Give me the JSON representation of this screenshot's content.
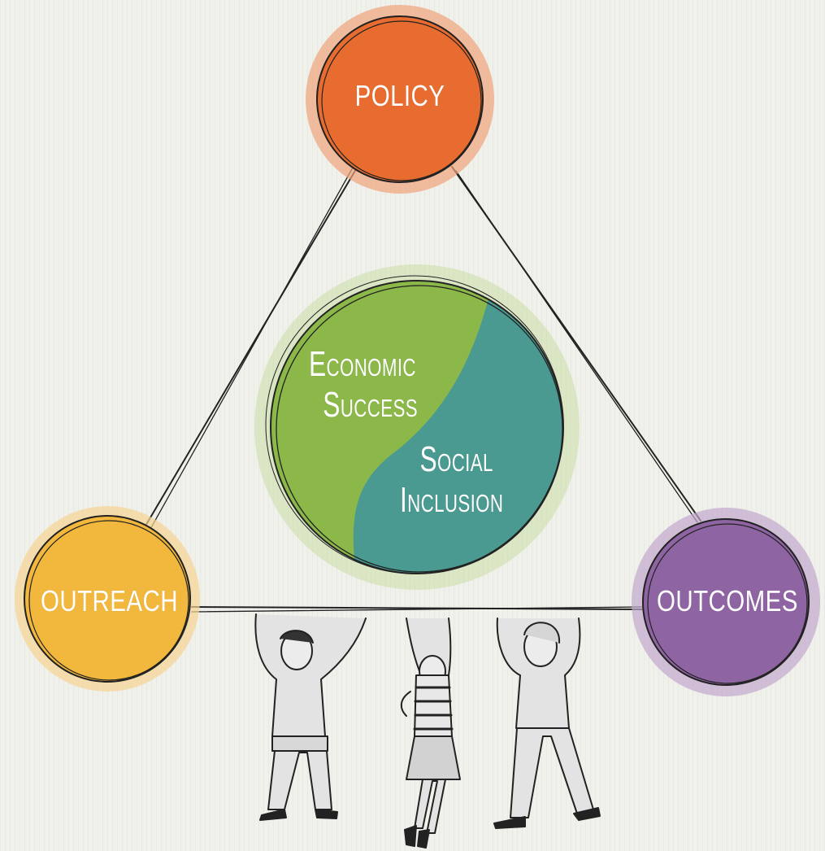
{
  "nodes": {
    "policy": {
      "label": "POLICY",
      "color": "#e86c2f",
      "halo": "#f0a27c"
    },
    "outreach": {
      "label": "OUTREACH",
      "color": "#f2b83d",
      "halo": "#f5d392"
    },
    "outcomes": {
      "label": "OUTCOMES",
      "color": "#8f64a3",
      "halo": "#c2a6cd"
    }
  },
  "center": {
    "line1a": "Economic",
    "line1b": "Success",
    "line2a": "Social",
    "line2b": "Inclusion",
    "color_left": "#8cb84a",
    "color_right": "#4a9a92",
    "halo": "#c9dca6"
  },
  "illustration": {
    "people_count": 3
  }
}
